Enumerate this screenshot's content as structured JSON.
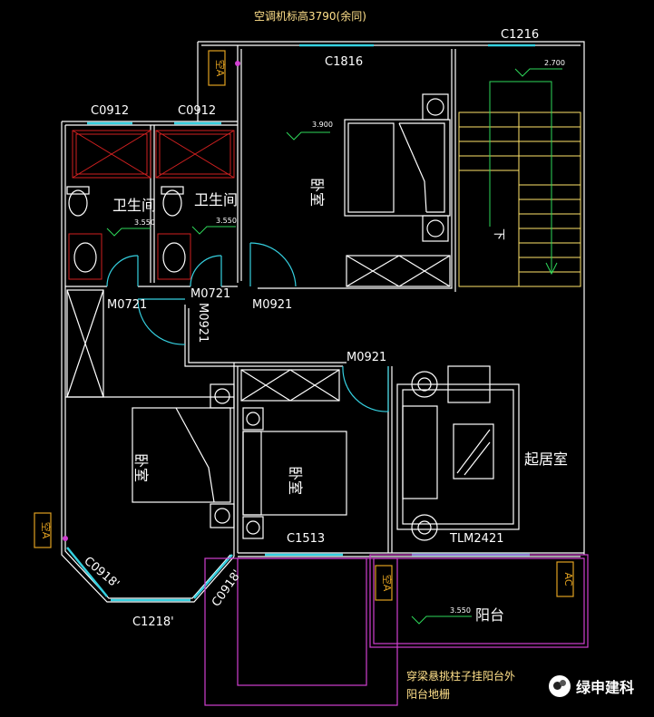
{
  "header_note": "空调机标高3790(余同)",
  "windows": {
    "top_bedroom": "C1816",
    "stair": "C1216",
    "bath_left": "C0912",
    "bath_right": "C0912",
    "bottom_bedroom": "C1513",
    "bay_left": "C0918'",
    "bay_bottom": "C1218'",
    "bay_right": "C0918'",
    "living_door": "TLM2421"
  },
  "doors": {
    "bath_left": "M0721",
    "bath_right": "M0721",
    "corridor": "M0921",
    "top_bedroom": "M0921",
    "bottom_bedroom": "M0921"
  },
  "rooms": {
    "bath_1": "卫生间",
    "bath_2": "卫生间",
    "bedroom_top": "卧室",
    "bedroom_left": "卧室",
    "bedroom_mid": "卧室",
    "living": "起居室",
    "balcony": "阳台"
  },
  "levels": {
    "stair": "2.700",
    "bedroom_top": "3.900",
    "bath_1": "3.550",
    "bath_2": "3.550",
    "balcony": "3.550"
  },
  "stair_label": "下",
  "ac_units": [
    "空A",
    "空A",
    "空A",
    "AC"
  ],
  "note": [
    "穿梁悬挑柱子挂阳台外",
    "阳台地栅"
  ],
  "watermark": "绿申建科"
}
